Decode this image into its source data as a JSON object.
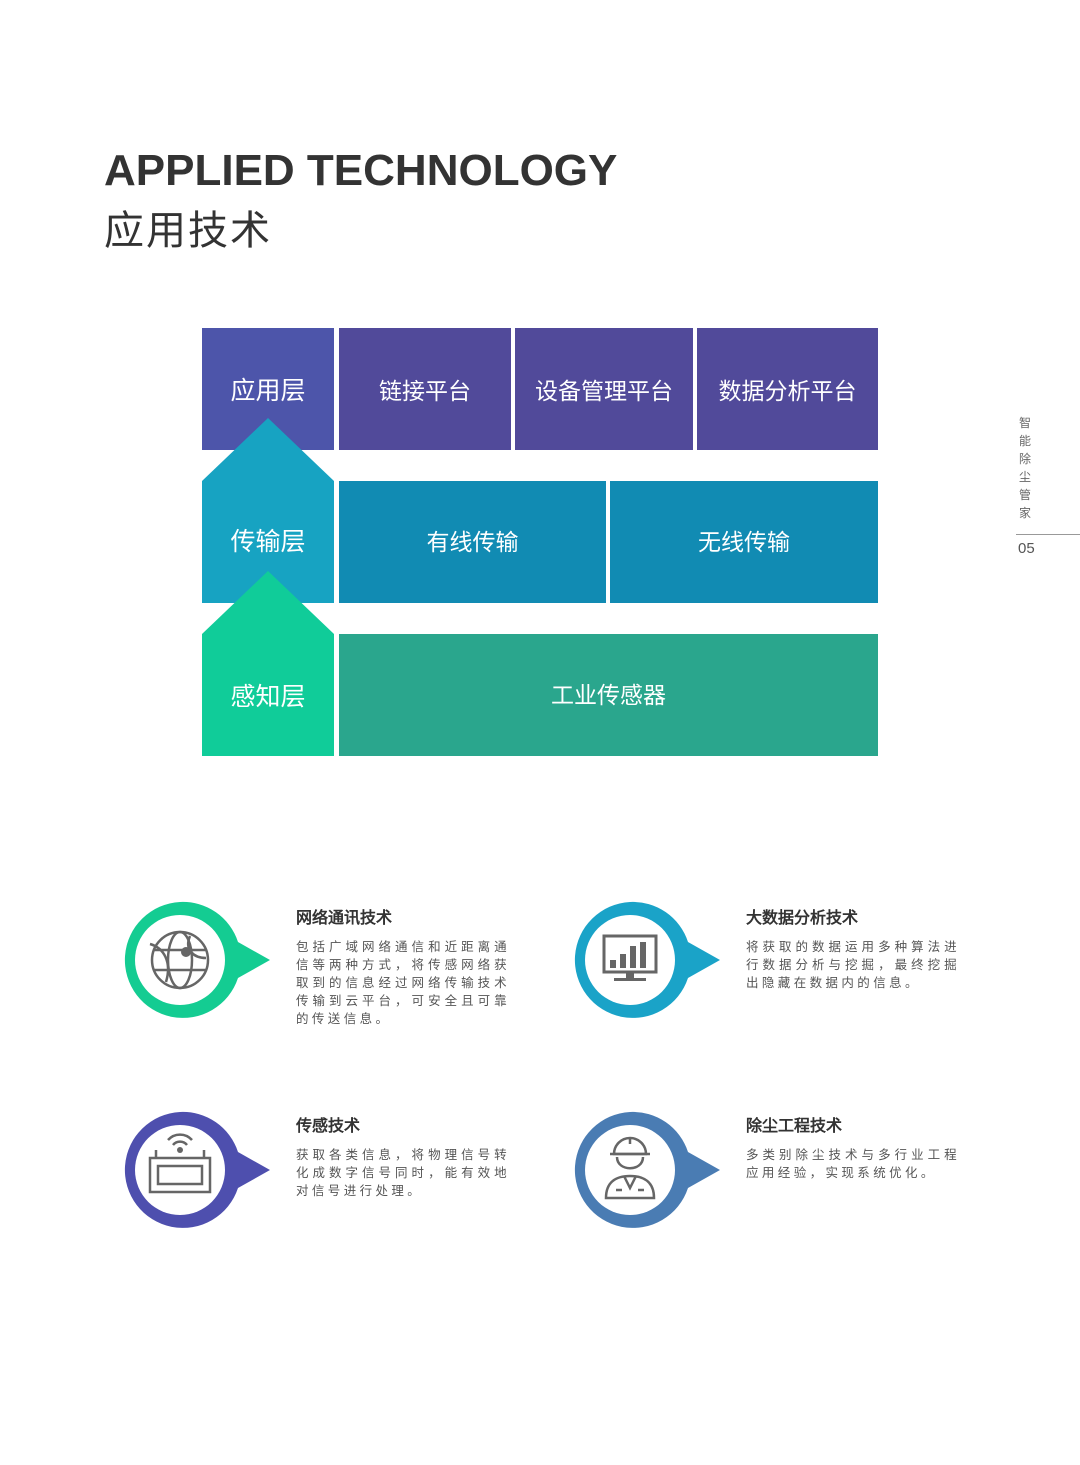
{
  "header": {
    "title_en": "APPLIED TECHNOLOGY",
    "title_cn": "应用技术"
  },
  "side": {
    "chars": [
      "智",
      "能",
      "除",
      "尘",
      "管",
      "家"
    ],
    "page_number": "05"
  },
  "diagram": {
    "colors": {
      "application": "#514a9a",
      "application_label": "#4d55aa",
      "transport": "#118bb3",
      "transport_label": "#17a3c2",
      "sensing": "#2aa68d",
      "sensing_label": "#10cc99"
    },
    "application_layer": {
      "label": "应用层",
      "items": [
        "链接平台",
        "设备管理平台",
        "数据分析平台"
      ]
    },
    "transport_layer": {
      "label": "传输层",
      "items": [
        "有线传输",
        "无线传输"
      ]
    },
    "sensing_layer": {
      "label": "感知层",
      "items": [
        "工业传感器"
      ]
    }
  },
  "features": [
    {
      "title": "网络通讯技术",
      "desc": "包括广域网络通信和近距离通信等两种方式，将传感网络获取到的信息经过网络传输技术传输到云平台，可安全且可靠的传送信息。",
      "icon": "globe-icon",
      "color": "#14cc92"
    },
    {
      "title": "大数据分析技术",
      "desc": "将获取的数据运用多种算法进行数据分析与挖掘，最终挖掘出隐藏在数据内的信息。",
      "icon": "monitor-chart-icon",
      "color": "#1aa3c8"
    },
    {
      "title": "传感技术",
      "desc": "获取各类信息，将物理信号转化成数字信号同时，能有效地对信号进行处理。",
      "icon": "wireless-device-icon",
      "color": "#4e4fae"
    },
    {
      "title": "除尘工程技术",
      "desc": "多类别除尘技术与多行业工程应用经验，实现系统优化。",
      "icon": "engineer-icon",
      "color": "#4a7cb3"
    }
  ]
}
